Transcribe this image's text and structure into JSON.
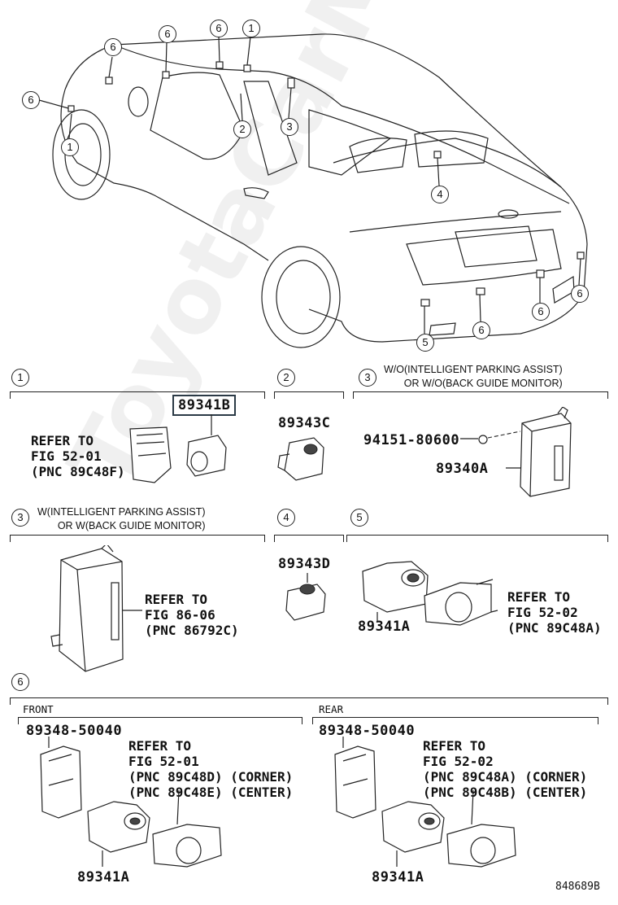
{
  "watermark": "ToyotaCarMine.ru",
  "callouts": {
    "c1": "1",
    "c2": "2",
    "c3": "3",
    "c4": "4",
    "c5": "5",
    "c6": "6"
  },
  "section1": {
    "label": "1",
    "ref_text": "REFER TO\nFIG 52-01\n(PNC 89C48F)",
    "part_boxed": "89341B"
  },
  "section2": {
    "label": "2",
    "part": "89343C"
  },
  "section3a": {
    "label": "3",
    "condition": "W/O(INTELLIGENT PARKING ASSIST)\nOR W/O(BACK GUIDE MONITOR)",
    "bolt": "94151-80600",
    "part": "89340A"
  },
  "section3b": {
    "label": "3",
    "condition": "W(INTELLIGENT PARKING ASSIST)\nOR W(BACK GUIDE MONITOR)",
    "ref_text": "REFER TO\nFIG 86-06\n(PNC 86792C)"
  },
  "section4": {
    "label": "4",
    "part": "89343D"
  },
  "section5": {
    "label": "5",
    "part": "89341A",
    "ref_text": "REFER TO\nFIG 52-02\n(PNC 89C48A)"
  },
  "section6": {
    "label": "6",
    "front": {
      "title": "FRONT",
      "retainer": "89348-50040",
      "ref_text": "REFER TO\nFIG 52-01\n(PNC 89C48D) (CORNER)\n(PNC 89C48E) (CENTER)",
      "part": "89341A"
    },
    "rear": {
      "title": "REAR",
      "retainer": "89348-50040",
      "ref_text": "REFER TO\nFIG 52-02\n(PNC 89C48A) (CORNER)\n(PNC 89C48B) (CENTER)",
      "part": "89341A"
    }
  },
  "figure_id": "848689B"
}
